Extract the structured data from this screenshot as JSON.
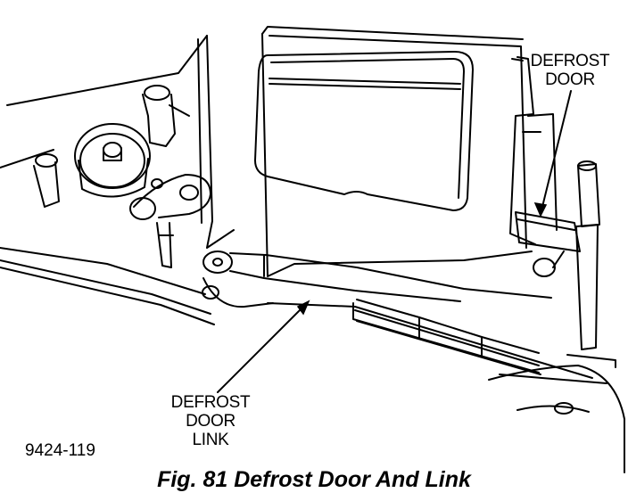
{
  "callouts": {
    "defrost_door": [
      "DEFROST",
      "DOOR"
    ],
    "defrost_door_link": [
      "DEFROST",
      "DOOR",
      "LINK"
    ]
  },
  "figure_number": "9424-119",
  "caption": "Fig. 81 Defrost Door And Link",
  "colors": {
    "ink": "#000000",
    "paper": "#ffffff"
  }
}
